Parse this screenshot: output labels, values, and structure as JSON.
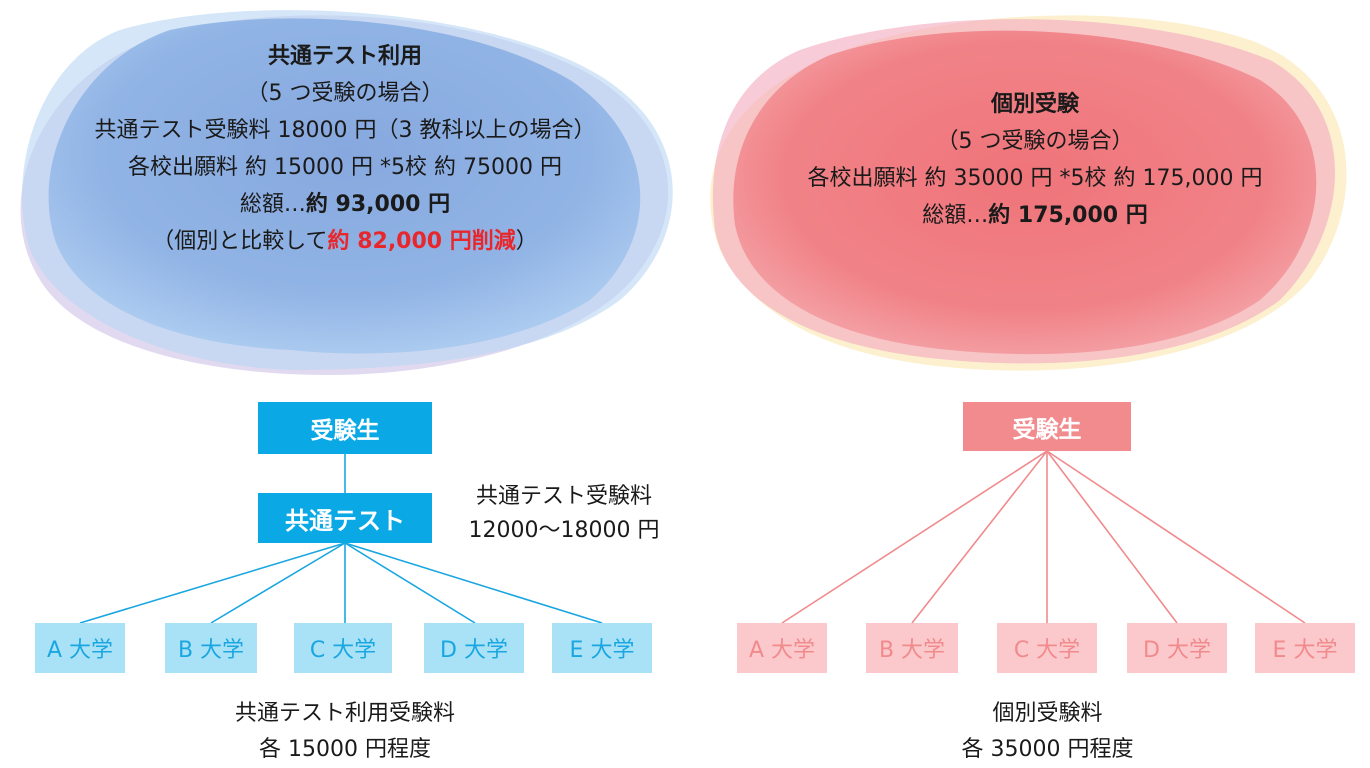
{
  "left": {
    "cloud": {
      "title": "共通テスト利用",
      "sub": "（5 つ受験の場合）",
      "line1": "共通テスト受験料 18000 円（3 教科以上の場合）",
      "line2": "各校出願料 約 15000 円 *5校 約 75000 円",
      "total_prefix": "総額…",
      "total_value": "約 93,000 円",
      "compare_prefix": "（個別と比較して",
      "compare_value": "約 82,000 円削減",
      "compare_suffix": "）"
    },
    "student_label": "受験生",
    "common_test_label": "共通テスト",
    "fee_label_line1": "共通テスト受験料",
    "fee_label_line2": "12000〜18000 円",
    "universities": [
      "A 大学",
      "B 大学",
      "C 大学",
      "D 大学",
      "E 大学"
    ],
    "caption_line1": "共通テスト利用受験料",
    "caption_line2": "各 15000 円程度",
    "colors": {
      "box": "#0aa9e6",
      "uni_bg": "#a9e2f7",
      "uni_text": "#1aa6e0",
      "line": "#1aa6e0"
    }
  },
  "right": {
    "cloud": {
      "title": "個別受験",
      "sub": "（5 つ受験の場合）",
      "line1": "各校出願料 約 35000 円 *5校 約 175,000 円",
      "total_prefix": "総額…",
      "total_value": "約 175,000 円"
    },
    "student_label": "受験生",
    "universities": [
      "A 大学",
      "B 大学",
      "C 大学",
      "D 大学",
      "E 大学"
    ],
    "caption_line1": "個別受験料",
    "caption_line2": "各 35000 円程度",
    "colors": {
      "box": "#f28b8e",
      "uni_bg": "#fbc9cb",
      "uni_text": "#f08a8d",
      "line": "#f08a8d"
    }
  }
}
